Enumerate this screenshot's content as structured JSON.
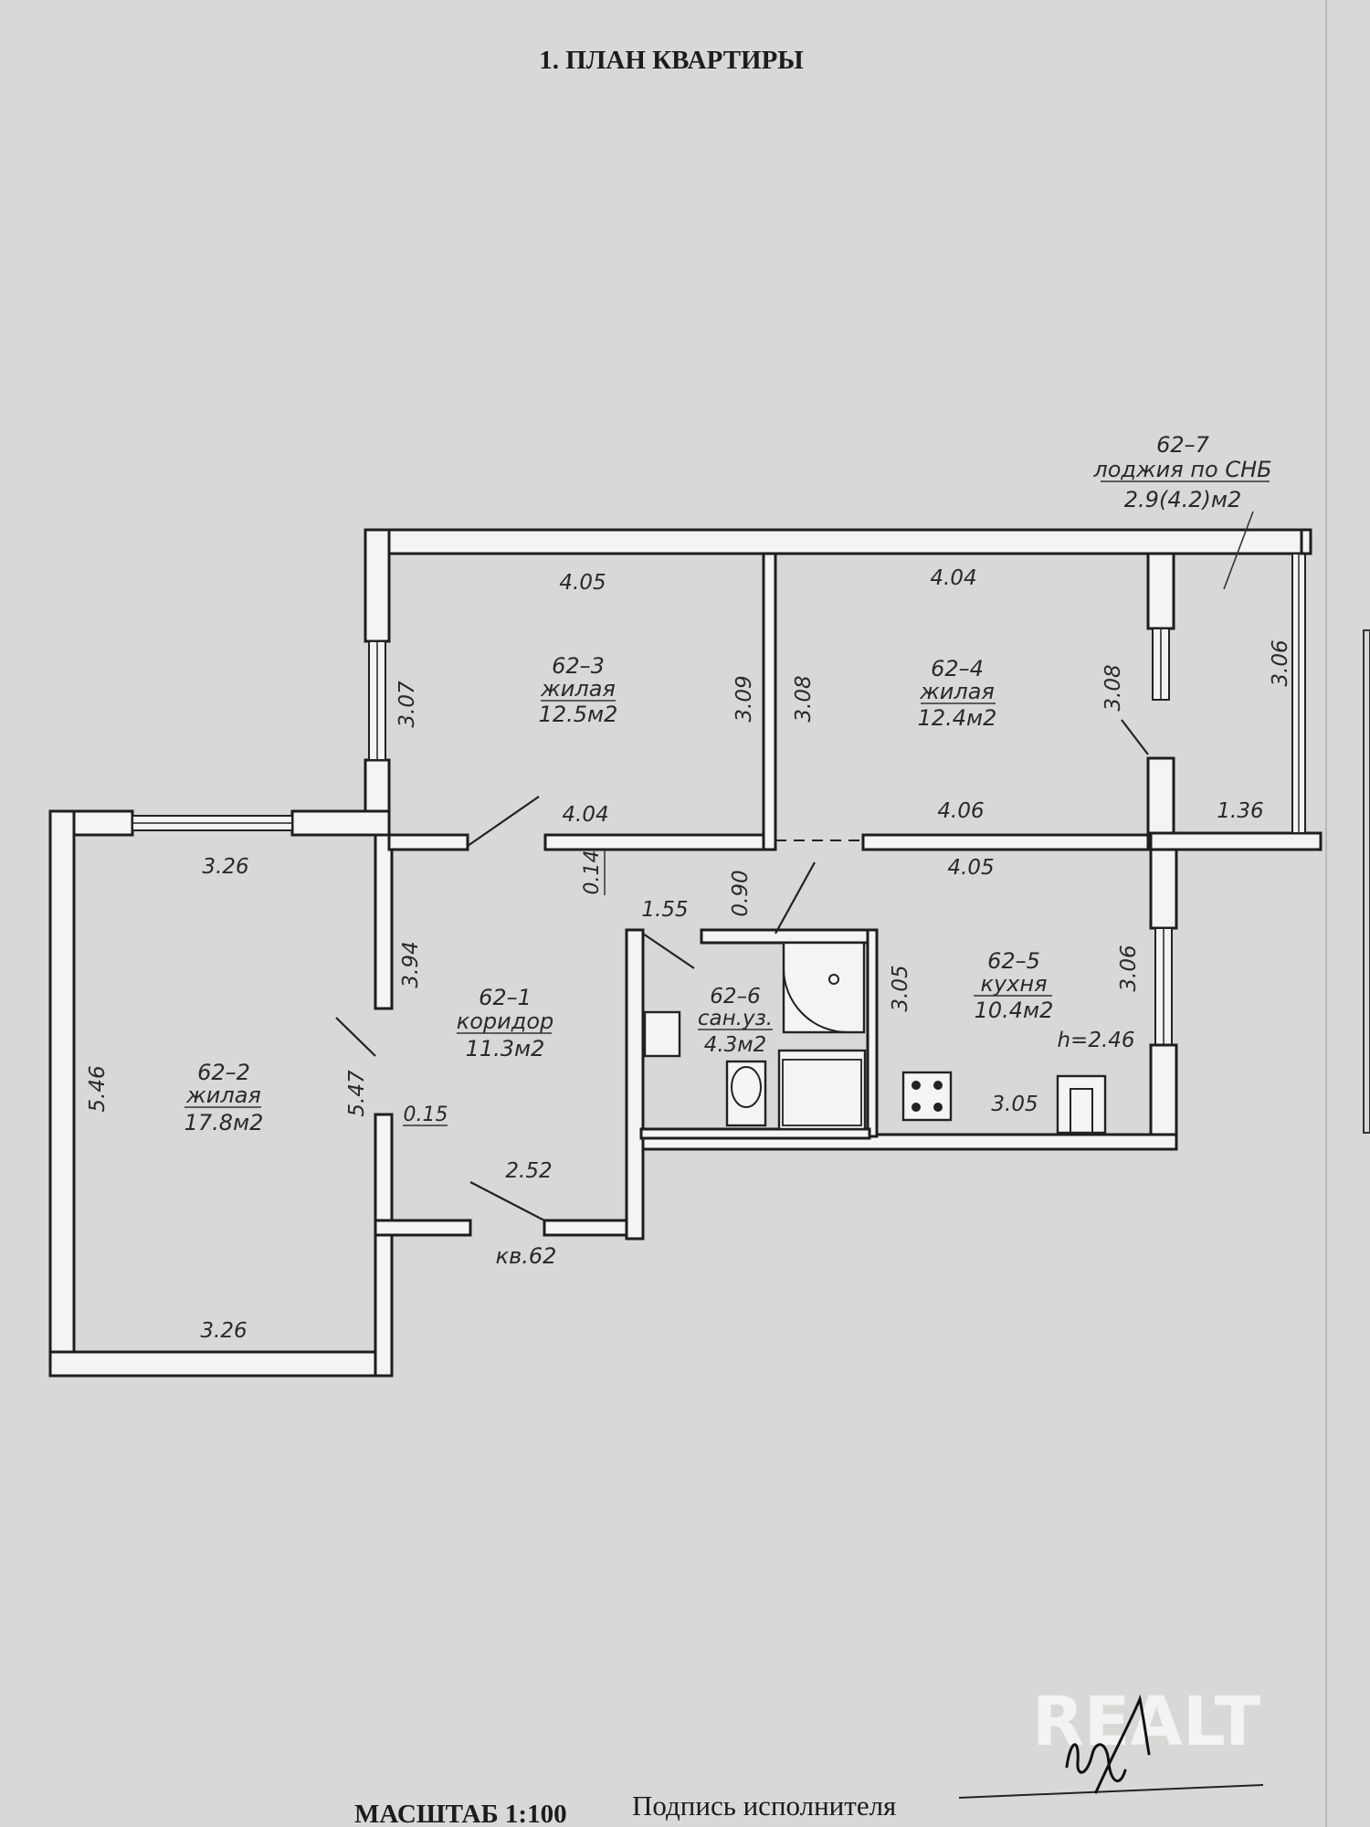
{
  "header": {
    "title": "1. ПЛАН КВАРТИРЫ"
  },
  "rooms": {
    "r3": {
      "code": "62–3",
      "type": "жилая",
      "area": "12.5м2"
    },
    "r4": {
      "code": "62–4",
      "type": "жилая",
      "area": "12.4м2"
    },
    "r2": {
      "code": "62–2",
      "type": "жилая",
      "area": "17.8м2"
    },
    "r1": {
      "code": "62–1",
      "type": "коридор",
      "area": "11.3м2"
    },
    "r6": {
      "code": "62–6",
      "type": "сан.уз.",
      "area": "4.3м2"
    },
    "r5": {
      "code": "62–5",
      "type": "кухня",
      "area": "10.4м2",
      "height": "h=2.46"
    },
    "r7": {
      "code": "62–7",
      "type": "лоджия по СНБ",
      "area": "2.9(4.2)м2"
    }
  },
  "dimensions": {
    "r3_top": "4.05",
    "r3_left": "3.07",
    "r3_right": "3.09",
    "r3_bottom": "4.04",
    "r4_top": "4.04",
    "r4_left": "3.08",
    "r4_right": "3.08",
    "r4_bottom": "4.06",
    "r7_right": "3.06",
    "r7_bottom": "1.36",
    "r2_top": "3.26",
    "r2_left": "5.46",
    "r2_right": "5.47",
    "r2_bottom": "3.26",
    "corr_wall": "3.94",
    "corr_thk": "0.14",
    "corr_wall2": "0.15",
    "corr_bottom": "2.52",
    "door": "0.90",
    "bath_top": "1.55",
    "bath_right": "3.05",
    "r5_top": "4.05",
    "r5_right": "3.06",
    "r5_bottom": "3.05"
  },
  "apartment": {
    "label": "кв.62"
  },
  "footer": {
    "scale": "МАСШТАБ 1:100",
    "signature_label": "Подпись исполнителя"
  },
  "watermark": {
    "text": "REALT"
  }
}
